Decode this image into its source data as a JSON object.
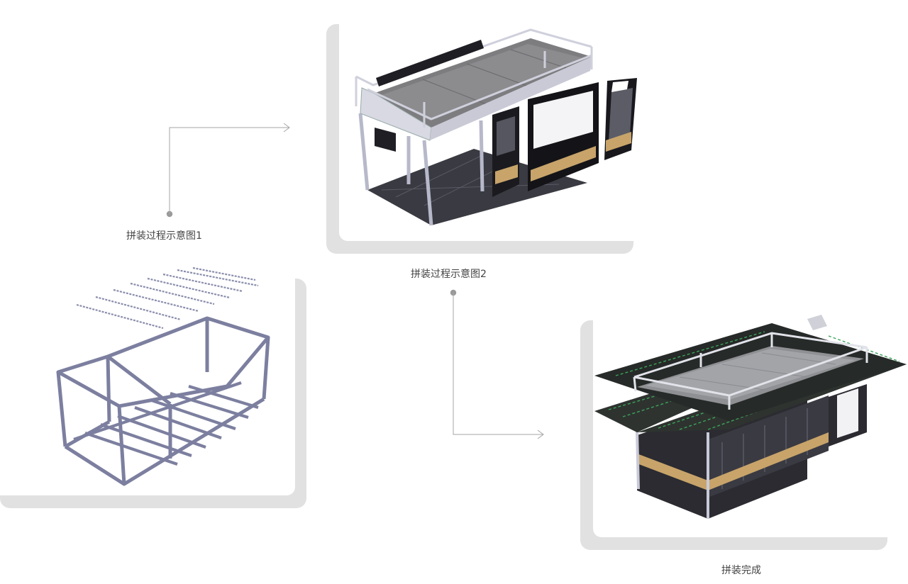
{
  "steps": [
    {
      "caption": "拼装过程示意图1"
    },
    {
      "caption": "拼装过程示意图2"
    },
    {
      "caption": "拼装完成"
    }
  ],
  "colors": {
    "frame_shadow": "#e1e1e1",
    "connector": "#9a9a9a",
    "steel_frame": "#7c7f9f",
    "dark_panel": "#2a2a2f",
    "roof_deck": "#7d7d80",
    "wood_strip": "#c8a46a",
    "caption_text": "#444444"
  }
}
